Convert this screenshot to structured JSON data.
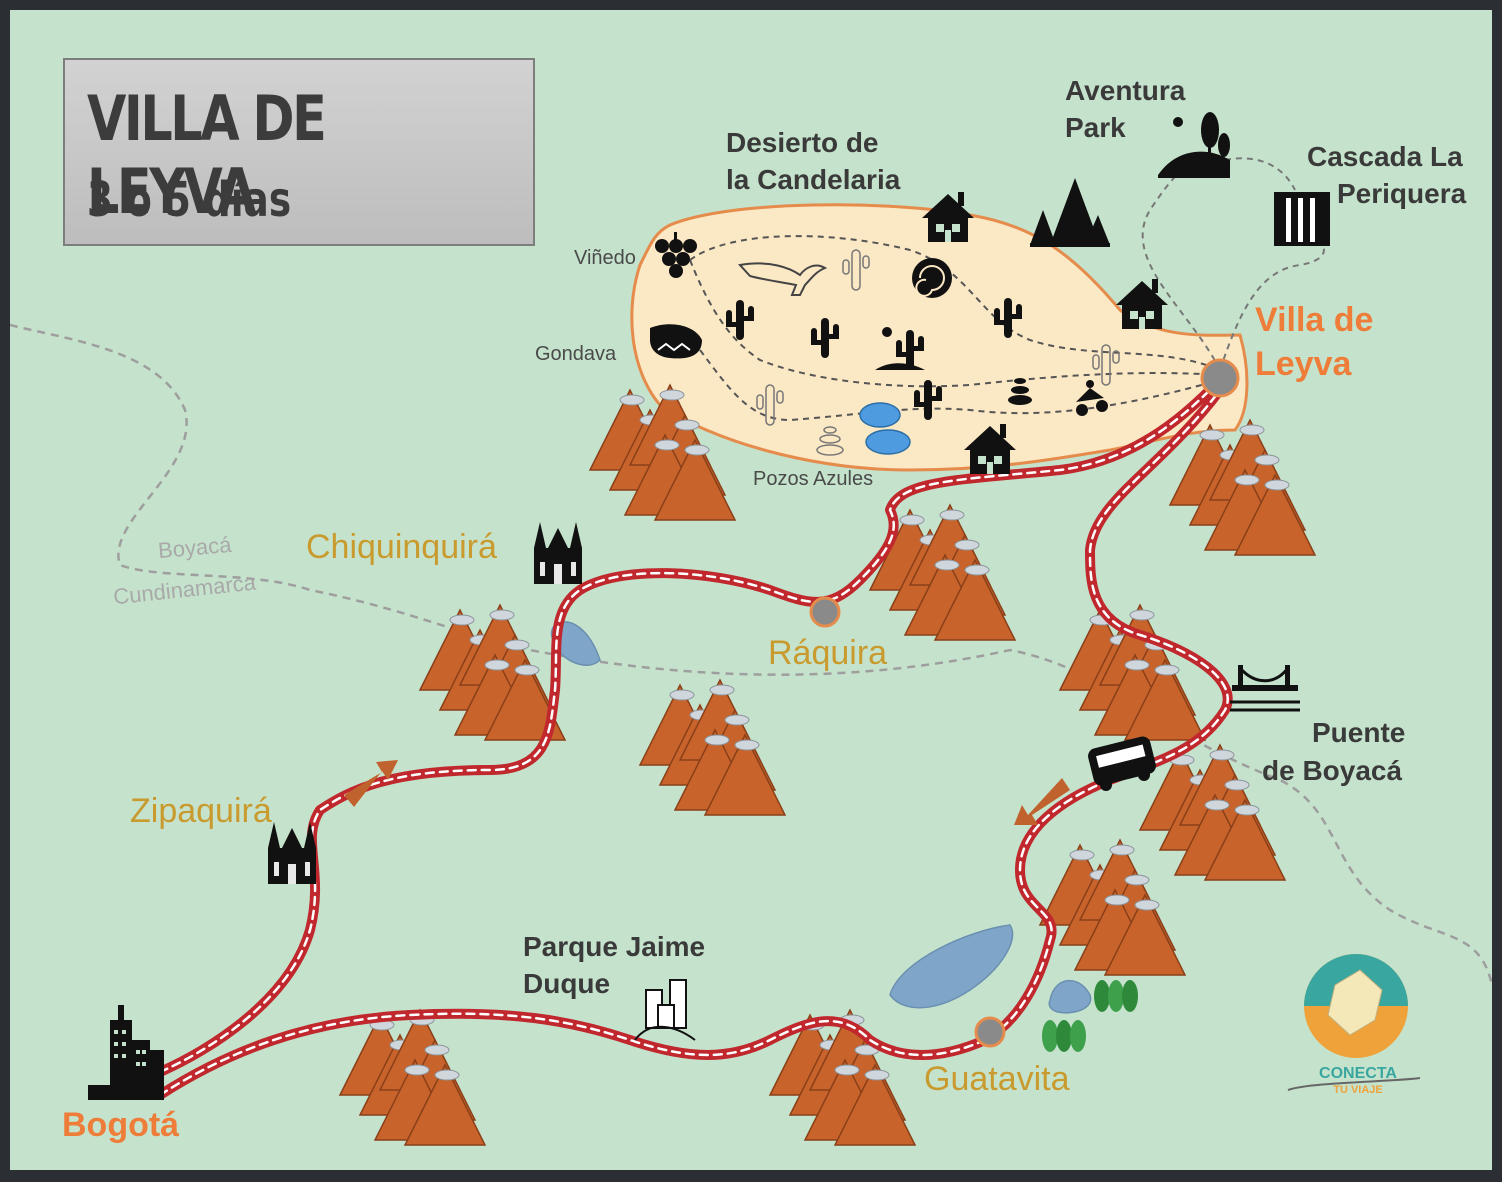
{
  "title": {
    "main": "VILLA DE LEYVA",
    "subtitle": "3 o 5 días"
  },
  "places": {
    "bogota": "Bogotá",
    "zipaquira": "Zipaquirá",
    "chiquinquira": "Chiquinquirá",
    "raquira": "Ráquira",
    "villa_de_leyva_line1": "Villa de",
    "villa_de_leyva_line2": "Leyva",
    "guatavita": "Guatavita",
    "puente_line1": "Puente",
    "puente_line2": "de Boyacá",
    "parque_line1": "Parque Jaime",
    "parque_line2": "Duque",
    "desierto_line1": "Desierto de",
    "desierto_line2": "la Candelaria",
    "aventura_line1": "Aventura",
    "aventura_line2": "Park",
    "cascada_line1": "Cascada La",
    "cascada_line2": "Periquera",
    "vinedo": "Viñedo",
    "gondava": "Gondava",
    "pozos": "Pozos Azules"
  },
  "departments": {
    "boyaca": "Boyacá",
    "cundinamarca": "Cundinamarca"
  },
  "logo": {
    "name": "CONECTA",
    "tagline": "TU VIAJE"
  },
  "colors": {
    "background": "#c5e3cc",
    "route": "#c0282d",
    "desert": "#fbe8c4",
    "mountain": "#c8642b",
    "city_highlight": "#ee7d3a",
    "city_secondary": "#c99a2e",
    "water": "#7fa6c9"
  },
  "icons": [
    "city-skyline-icon",
    "cathedral-icon",
    "castle-icon",
    "bridge-icon",
    "bus-icon",
    "cabin-icon",
    "pine-trees-icon",
    "waterfall-icon",
    "grapes-icon",
    "dinosaur-icon",
    "cactus-icon",
    "ammonite-icon",
    "stones-icon",
    "atv-icon",
    "sun-hills-icon",
    "direction-arrow-icon"
  ]
}
